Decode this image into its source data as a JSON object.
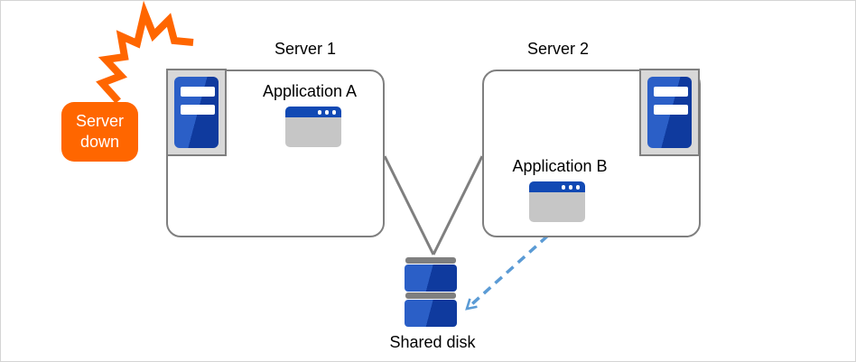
{
  "diagram": {
    "servers": [
      {
        "label": "Server 1",
        "app_label": "Application A"
      },
      {
        "label": "Server 2",
        "app_label": "Application B"
      }
    ],
    "alert": {
      "line1": "Server",
      "line2": "down"
    },
    "storage": {
      "label": "Shared disk"
    }
  },
  "icons": {
    "server": "server-tower-icon",
    "application": "app-window-icon",
    "storage": "shared-disk-icon",
    "alert": "crash-flash-icon",
    "access": "dashed-arrow-icon"
  },
  "colors": {
    "accent_orange": "#ff6600",
    "server_blue_light": "#2b5fc7",
    "server_blue_dark": "#0f3a9e",
    "window_titlebar_blue": "#1149b4",
    "window_body_gray": "#c6c6c6",
    "connector_gray": "#7f7f7f",
    "dashed_arrow_blue": "#5b9bd5",
    "icon_background_gray": "#d8d8d8"
  }
}
